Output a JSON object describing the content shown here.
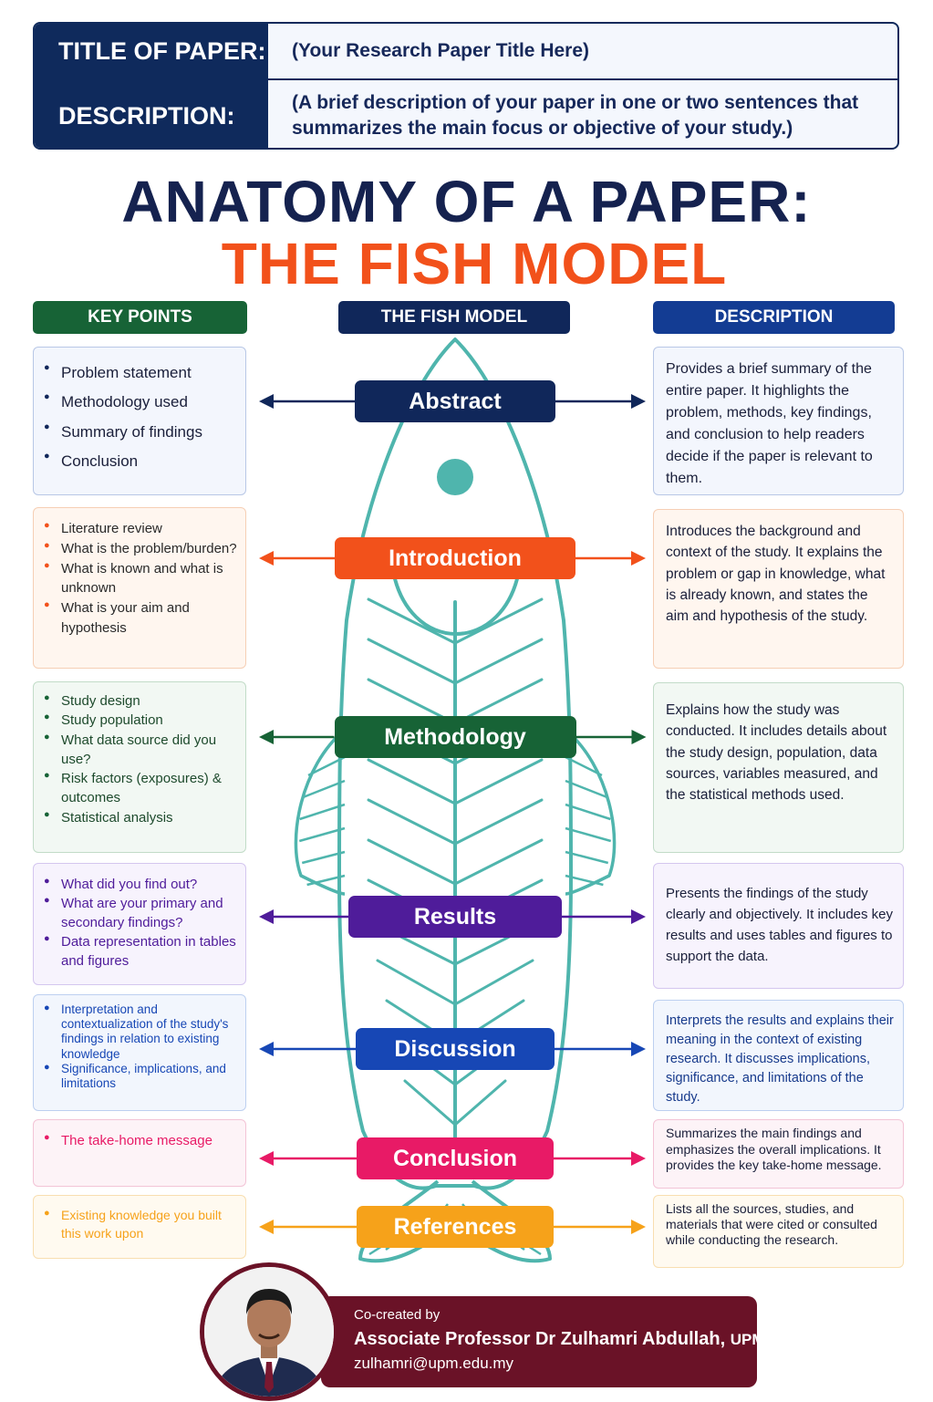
{
  "header": {
    "title_label": "TITLE OF PAPER:",
    "title_value": "(Your Research Paper Title Here)",
    "desc_label": "DESCRIPTION:",
    "desc_value": "(A brief description of your paper in one or two sentences that summarizes the main focus or objective of your study.)"
  },
  "main_title": {
    "line1": "ANATOMY OF A PAPER:",
    "line2": "THE FISH MODEL"
  },
  "columns": {
    "key_points": "KEY POINTS",
    "fish_model": "THE FISH MODEL",
    "description": "DESCRIPTION"
  },
  "sections": [
    {
      "label": "Abstract",
      "color": "#10275a",
      "key_points": [
        "Problem statement",
        "Methodology used",
        "Summary of findings",
        "Conclusion"
      ],
      "description": "Provides a brief summary of the entire paper. It highlights the problem, methods, key findings, and conclusion to help readers decide if the paper is relevant to them."
    },
    {
      "label": "Introduction",
      "color": "#f2511b",
      "key_points": [
        "Literature review",
        "What is the problem/burden?",
        "What is known and what is unknown",
        "What is your aim and hypothesis"
      ],
      "description": "Introduces the background and context of the study. It explains the problem or gap in knowledge, what is already known, and states the aim and hypothesis of the study."
    },
    {
      "label": "Methodology",
      "color": "#176336",
      "key_points": [
        "Study design",
        "Study population",
        "What data source did you use?",
        "Risk factors (exposures) & outcomes",
        "Statistical analysis"
      ],
      "description": "Explains how the study was conducted. It includes details about the study design, population, data sources, variables measured, and the statistical methods used."
    },
    {
      "label": "Results",
      "color": "#4f1c9a",
      "key_points": [
        "What did you find out?",
        "What are your primary and secondary findings?",
        "Data representation in tables and figures"
      ],
      "description": "Presents the findings of the study clearly and objectively. It includes key results and uses tables and figures to support the data."
    },
    {
      "label": "Discussion",
      "color": "#1747b5",
      "key_points": [
        "Interpretation and contextualization of the study's findings in relation to existing knowledge",
        "Significance, implications, and limitations"
      ],
      "description": "Interprets the results and explains their meaning in the context of existing research. It discusses implications, significance, and limitations of the study."
    },
    {
      "label": "Conclusion",
      "color": "#e81a66",
      "key_points": [
        "The take-home message"
      ],
      "description": "Summarizes the main findings and emphasizes the overall implications. It provides the key take-home message."
    },
    {
      "label": "References",
      "color": "#f6a21a",
      "key_points": [
        "Existing knowledge you built this work upon"
      ],
      "description": "Lists all the sources, studies, and materials that were cited or consulted while conducting the research."
    }
  ],
  "footer": {
    "co_created": "Co-created by",
    "author": "Associate Professor Dr Zulhamri Abdullah,",
    "affiliation": "UPM",
    "email": "zulhamri@upm.edu.my"
  },
  "colors": {
    "navy": "#0f2a5c",
    "fish_outline": "#4fb5ad",
    "footer_bg": "#6a1227",
    "key_points_header": "#176336",
    "fish_header": "#10275a",
    "description_header": "#133c93"
  }
}
